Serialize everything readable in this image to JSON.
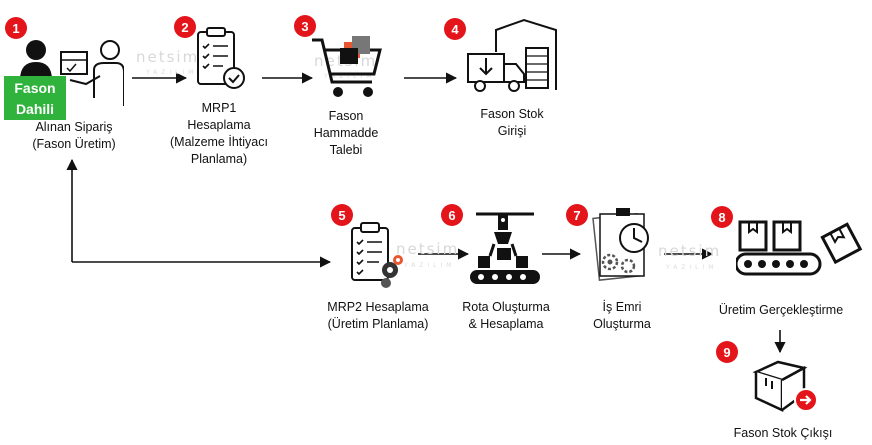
{
  "steps": [
    {
      "number": "1",
      "badge": "Fason Dahili",
      "label_lines": [
        "Alınan Sipariş",
        "(Fason Üretim)"
      ]
    },
    {
      "number": "2",
      "label_lines": [
        "MRP1",
        "Hesaplama",
        "(Malzeme İhtiyacı",
        "Planlama)"
      ]
    },
    {
      "number": "3",
      "label_lines": [
        "Fason",
        "Hammadde",
        "Talebi"
      ]
    },
    {
      "number": "4",
      "label_lines": [
        "Fason Stok",
        "Girişi"
      ]
    },
    {
      "number": "5",
      "label_lines": [
        "MRP2 Hesaplama",
        "(Üretim Planlama)"
      ]
    },
    {
      "number": "6",
      "label_lines": [
        "Rota Oluşturma",
        "& Hesaplama"
      ]
    },
    {
      "number": "7",
      "label_lines": [
        "İş Emri",
        "Oluşturma"
      ]
    },
    {
      "number": "8",
      "label_lines": [
        "Üretim Gerçekleştirme"
      ]
    },
    {
      "number": "9",
      "label_lines": [
        "Fason Stok Çıkışı"
      ]
    }
  ],
  "watermark": {
    "brand": "netsim",
    "sub": "YAZILIM"
  },
  "colors": {
    "badge": "#e3151a",
    "fason_box": "#2fb33c",
    "line": "#111111"
  },
  "icons": [
    "customer-order-icon",
    "clipboard-check-icon",
    "shopping-cart-icon",
    "warehouse-truck-icon",
    "clipboard-gear-icon",
    "robot-arm-conveyor-icon",
    "work-order-icon",
    "conveyor-boxes-icon",
    "box-exit-icon"
  ]
}
